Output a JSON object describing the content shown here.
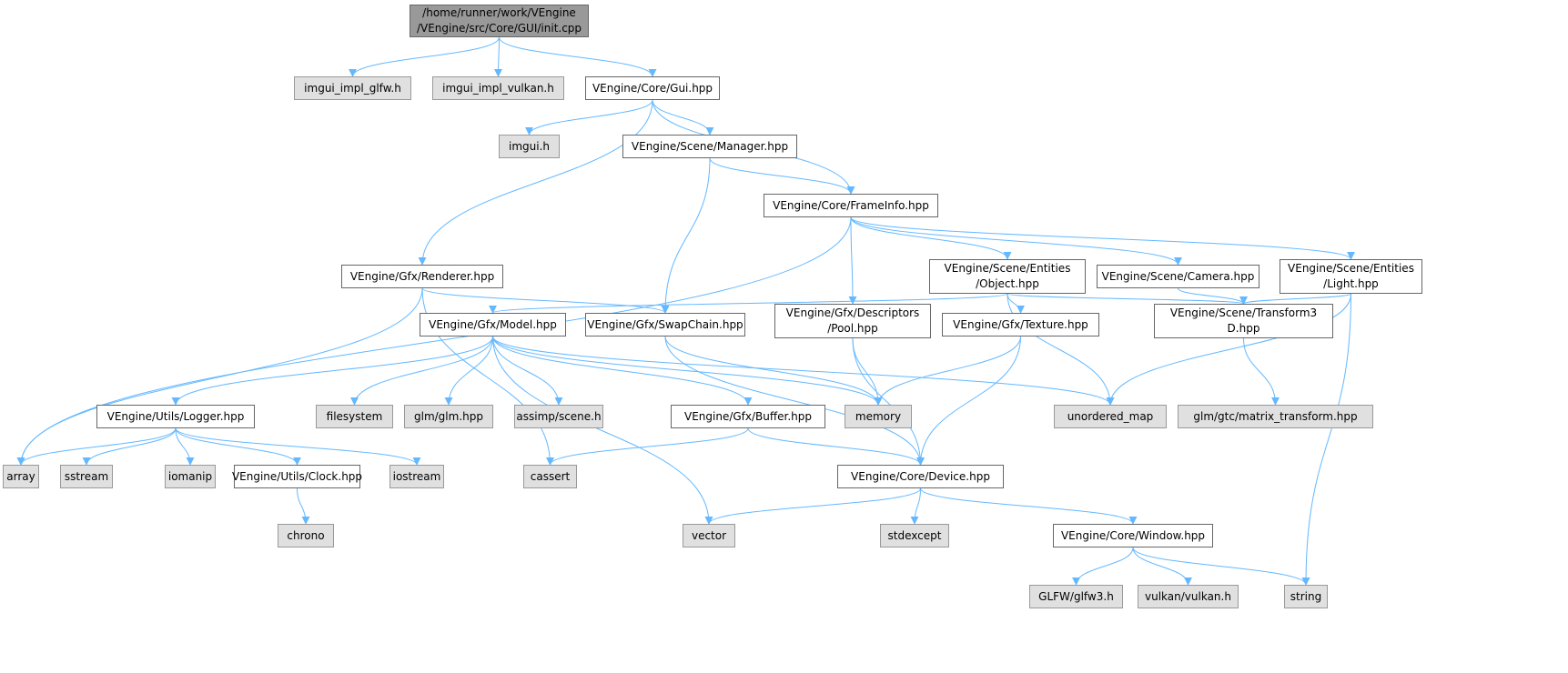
{
  "colors": {
    "edge": "#63b8ff",
    "root_fill": "#999999",
    "system_fill": "#e0e0e0",
    "file_fill": "#ffffff"
  },
  "nodes": [
    {
      "id": "main",
      "label": "/home/runner/work/VEngine\n/VEngine/src/Core/GUI/init.cpp",
      "kind": "root"
    },
    {
      "id": "glfwimpl",
      "label": "imgui_impl_glfw.h",
      "kind": "sys"
    },
    {
      "id": "vkimpl",
      "label": "imgui_impl_vulkan.h",
      "kind": "sys"
    },
    {
      "id": "gui",
      "label": "VEngine/Core/Gui.hpp",
      "kind": "file"
    },
    {
      "id": "imgui",
      "label": "imgui.h",
      "kind": "sys"
    },
    {
      "id": "manager",
      "label": "VEngine/Scene/Manager.hpp",
      "kind": "file"
    },
    {
      "id": "frameinfo",
      "label": "VEngine/Core/FrameInfo.hpp",
      "kind": "file"
    },
    {
      "id": "renderer",
      "label": "VEngine/Gfx/Renderer.hpp",
      "kind": "file"
    },
    {
      "id": "object",
      "label": "VEngine/Scene/Entities\n/Object.hpp",
      "kind": "file"
    },
    {
      "id": "camera",
      "label": "VEngine/Scene/Camera.hpp",
      "kind": "file"
    },
    {
      "id": "light",
      "label": "VEngine/Scene/Entities\n/Light.hpp",
      "kind": "file"
    },
    {
      "id": "model",
      "label": "VEngine/Gfx/Model.hpp",
      "kind": "file"
    },
    {
      "id": "swapchain",
      "label": "VEngine/Gfx/SwapChain.hpp",
      "kind": "file"
    },
    {
      "id": "pool",
      "label": "VEngine/Gfx/Descriptors\n/Pool.hpp",
      "kind": "file"
    },
    {
      "id": "texture",
      "label": "VEngine/Gfx/Texture.hpp",
      "kind": "file"
    },
    {
      "id": "transform",
      "label": "VEngine/Scene/Transform3\nD.hpp",
      "kind": "file"
    },
    {
      "id": "logger",
      "label": "VEngine/Utils/Logger.hpp",
      "kind": "file"
    },
    {
      "id": "filesystem",
      "label": "filesystem",
      "kind": "sys"
    },
    {
      "id": "glm",
      "label": "glm/glm.hpp",
      "kind": "sys"
    },
    {
      "id": "assimp",
      "label": "assimp/scene.h",
      "kind": "sys"
    },
    {
      "id": "buffer",
      "label": "VEngine/Gfx/Buffer.hpp",
      "kind": "file"
    },
    {
      "id": "memory",
      "label": "memory",
      "kind": "sys"
    },
    {
      "id": "umap",
      "label": "unordered_map",
      "kind": "sys"
    },
    {
      "id": "mtx",
      "label": "glm/gtc/matrix_transform.hpp",
      "kind": "sys"
    },
    {
      "id": "array",
      "label": "array",
      "kind": "sys"
    },
    {
      "id": "sstream",
      "label": "sstream",
      "kind": "sys"
    },
    {
      "id": "iomanip",
      "label": "iomanip",
      "kind": "sys"
    },
    {
      "id": "clock",
      "label": "VEngine/Utils/Clock.hpp",
      "kind": "file"
    },
    {
      "id": "iostream",
      "label": "iostream",
      "kind": "sys"
    },
    {
      "id": "cassert",
      "label": "cassert",
      "kind": "sys"
    },
    {
      "id": "device",
      "label": "VEngine/Core/Device.hpp",
      "kind": "file"
    },
    {
      "id": "chrono",
      "label": "chrono",
      "kind": "sys"
    },
    {
      "id": "vector",
      "label": "vector",
      "kind": "sys"
    },
    {
      "id": "stdexcept",
      "label": "stdexcept",
      "kind": "sys"
    },
    {
      "id": "window",
      "label": "VEngine/Core/Window.hpp",
      "kind": "file"
    },
    {
      "id": "glfw3",
      "label": "GLFW/glfw3.h",
      "kind": "sys"
    },
    {
      "id": "vulkan",
      "label": "vulkan/vulkan.h",
      "kind": "sys"
    },
    {
      "id": "string",
      "label": "string",
      "kind": "sys"
    }
  ],
  "edges": [
    [
      "main",
      "glfwimpl"
    ],
    [
      "main",
      "vkimpl"
    ],
    [
      "main",
      "gui"
    ],
    [
      "gui",
      "imgui"
    ],
    [
      "gui",
      "renderer"
    ],
    [
      "gui",
      "manager"
    ],
    [
      "gui",
      "frameinfo"
    ],
    [
      "manager",
      "frameinfo"
    ],
    [
      "manager",
      "swapchain"
    ],
    [
      "frameinfo",
      "array"
    ],
    [
      "frameinfo",
      "pool"
    ],
    [
      "frameinfo",
      "object"
    ],
    [
      "frameinfo",
      "camera"
    ],
    [
      "frameinfo",
      "light"
    ],
    [
      "renderer",
      "array"
    ],
    [
      "renderer",
      "cassert"
    ],
    [
      "renderer",
      "swapchain"
    ],
    [
      "object",
      "model"
    ],
    [
      "object",
      "texture"
    ],
    [
      "object",
      "umap"
    ],
    [
      "object",
      "transform"
    ],
    [
      "camera",
      "transform"
    ],
    [
      "light",
      "transform"
    ],
    [
      "light",
      "umap"
    ],
    [
      "light",
      "string"
    ],
    [
      "model",
      "logger"
    ],
    [
      "model",
      "filesystem"
    ],
    [
      "model",
      "glm"
    ],
    [
      "model",
      "assimp"
    ],
    [
      "model",
      "buffer"
    ],
    [
      "model",
      "memory"
    ],
    [
      "model",
      "umap"
    ],
    [
      "model",
      "vector"
    ],
    [
      "swapchain",
      "memory"
    ],
    [
      "swapchain",
      "device"
    ],
    [
      "pool",
      "memory"
    ],
    [
      "pool",
      "device"
    ],
    [
      "texture",
      "memory"
    ],
    [
      "texture",
      "device"
    ],
    [
      "transform",
      "mtx"
    ],
    [
      "logger",
      "array"
    ],
    [
      "logger",
      "sstream"
    ],
    [
      "logger",
      "iomanip"
    ],
    [
      "logger",
      "clock"
    ],
    [
      "logger",
      "iostream"
    ],
    [
      "clock",
      "chrono"
    ],
    [
      "buffer",
      "cassert"
    ],
    [
      "buffer",
      "device"
    ],
    [
      "device",
      "vector"
    ],
    [
      "device",
      "stdexcept"
    ],
    [
      "device",
      "window"
    ],
    [
      "window",
      "glfw3"
    ],
    [
      "window",
      "vulkan"
    ],
    [
      "window",
      "string"
    ]
  ]
}
